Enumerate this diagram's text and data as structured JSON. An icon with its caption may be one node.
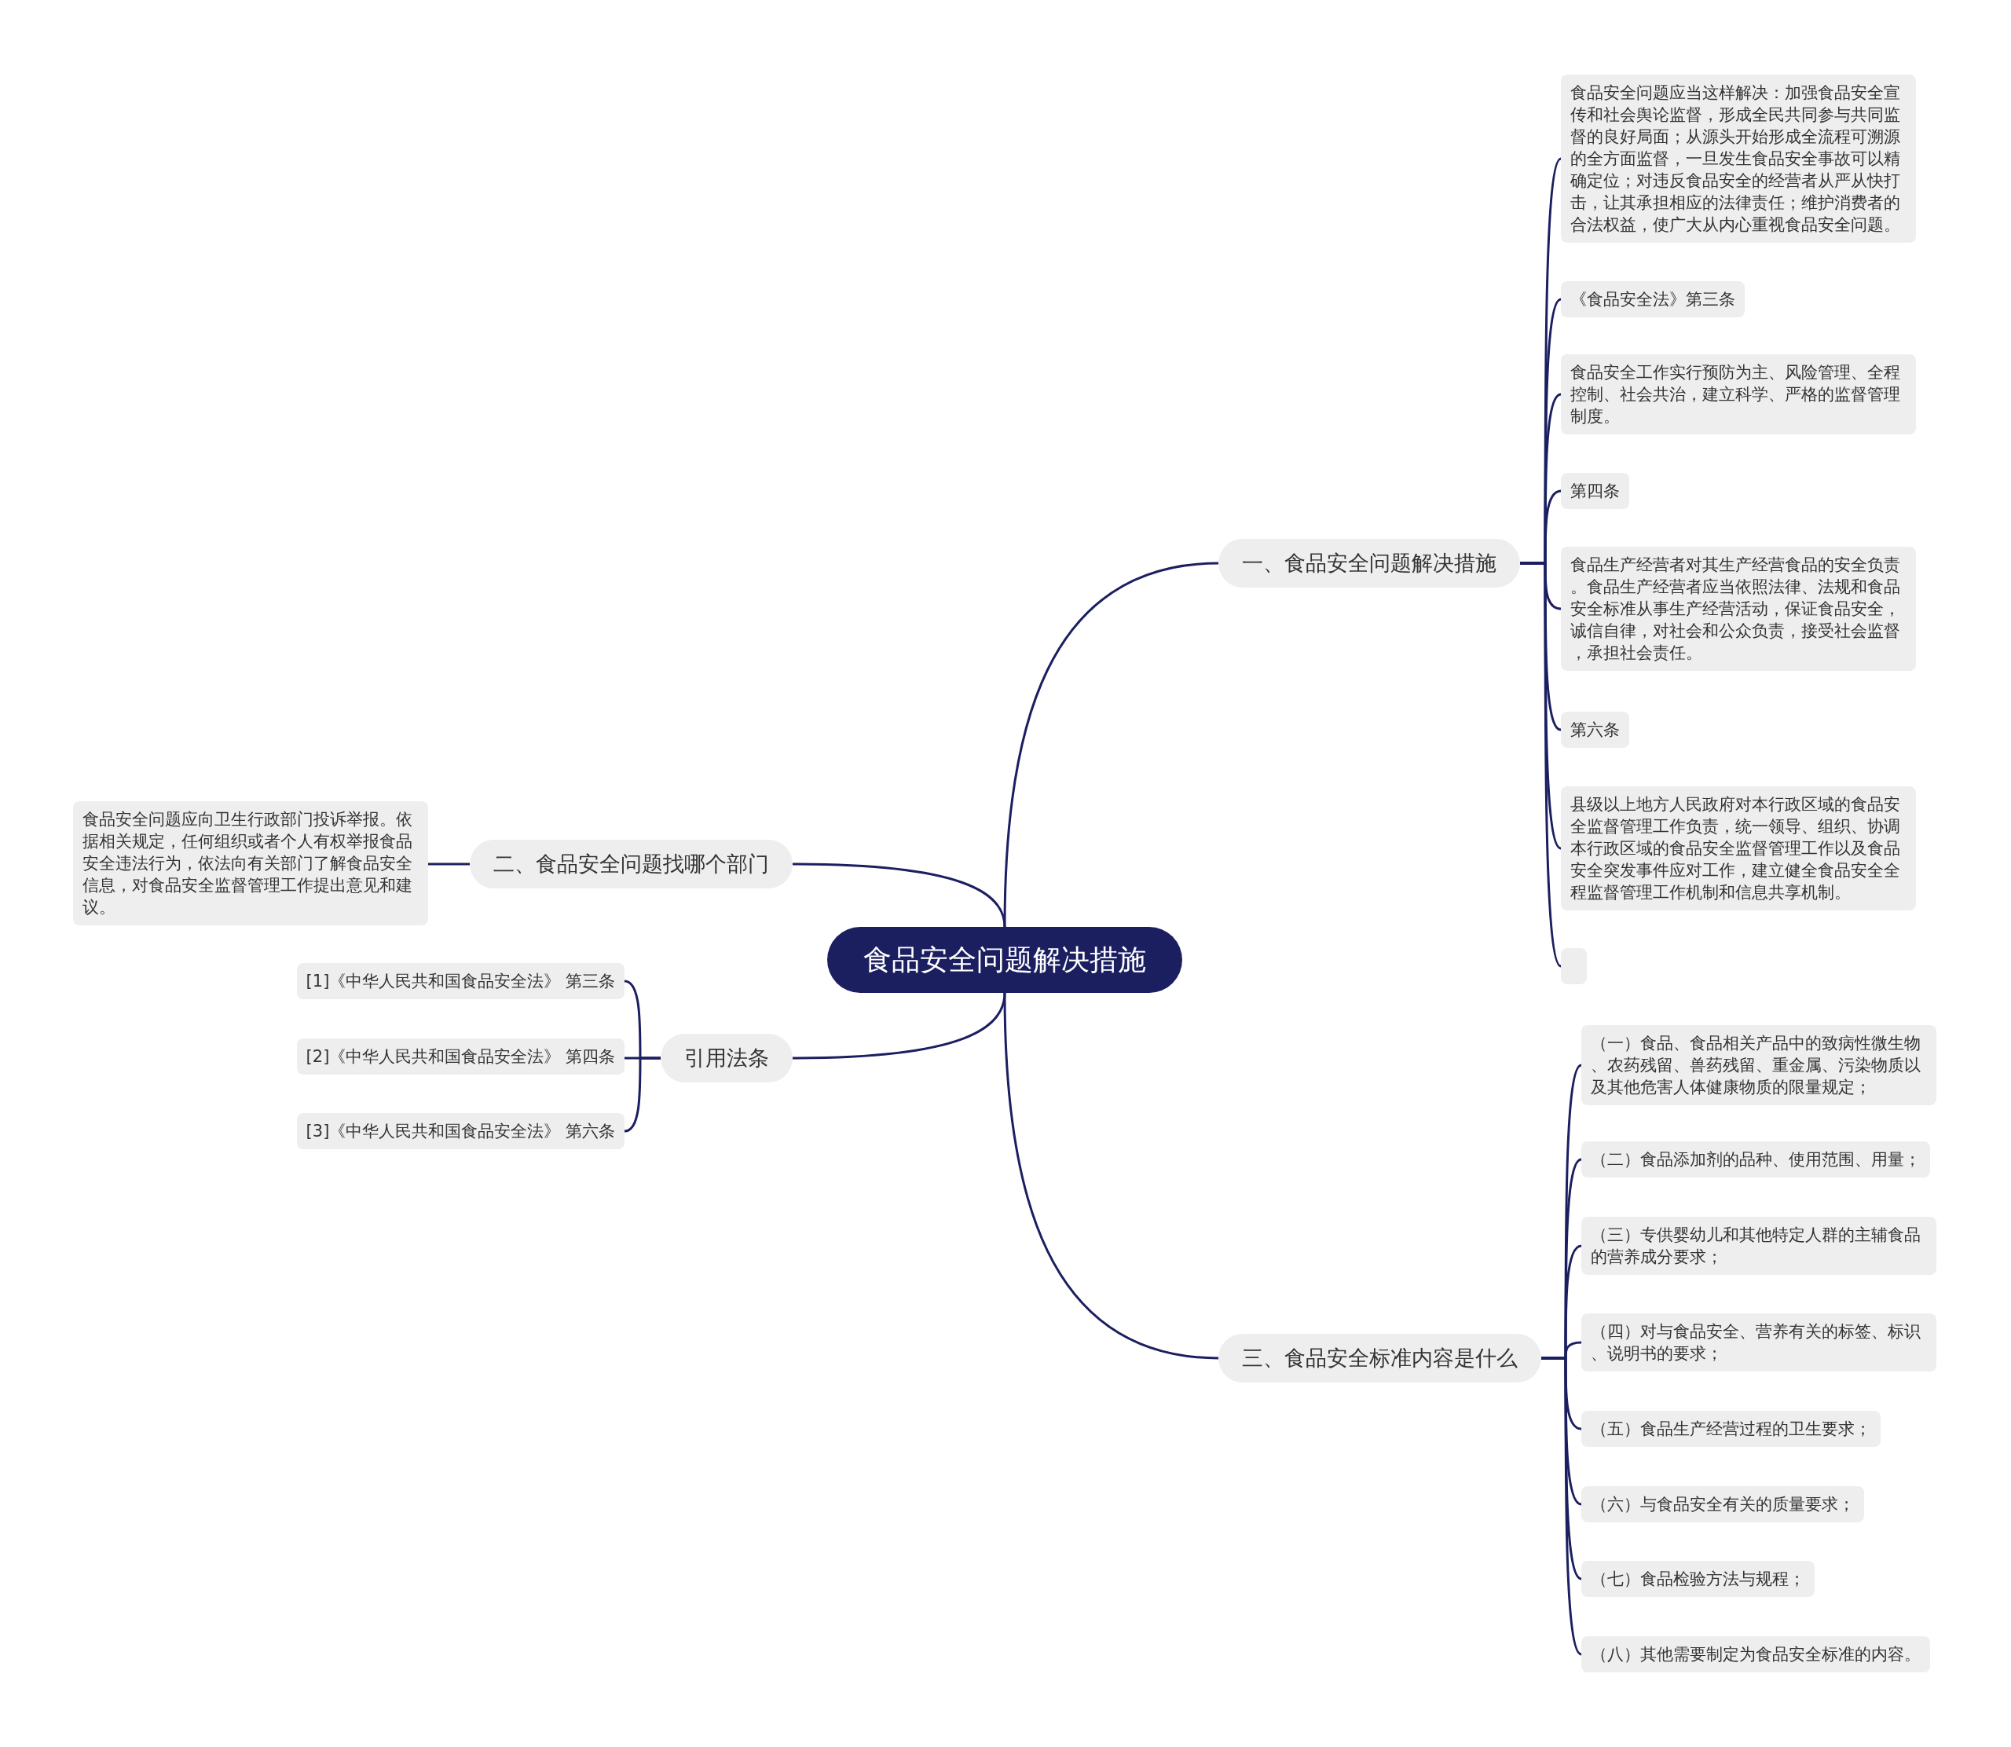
{
  "diagram": {
    "nodes": [
      {
        "text": [
          "食品安全问题解决措施"
        ]
      },
      {
        "text": [
          "一、食品安全问题解决措施"
        ]
      },
      {
        "text": [
          "食品安全问题应当这样解决：加强食品安全宣传和社会舆论监督，形成全民共同参与共同监督的良好局面；从源头开始形成全流程可溯源的全方面监督，一旦发生食品安全事故可以精确定位；对违反食品安全的经营者从严从快打击，让其承担相应的法律责任；维护消费者的合法权益，使广大从内心重视食品安全问题。"
        ]
      },
      {
        "text": [
          "《食品安全法》第三条"
        ]
      },
      {
        "text": [
          "食品安全工作实行预防为主、风险管理、全程控制、社会共治，建立科学、严格的监督管理制度。"
        ]
      },
      {
        "text": [
          "第四条"
        ]
      },
      {
        "text": [
          "食品生产经营者对其生产经营食品的安全负责。食品生产经营者应当依照法律、法规和食品安全标准从事生产经营活动，保证食品安全，诚信自律，对社会和公众负责，接受社会监督，承担社会责任。"
        ]
      },
      {
        "text": [
          "第六条"
        ]
      },
      {
        "text": [
          "县级以上地方人民政府对本行政区域的食品安全监督管理工作负责，统一领导、组织、协调本行政区域的食品安全监督管理工作以及食品安全突发事件应对工作，建立健全食品安全全程监督管理工作机制和信息共享机制。"
        ]
      },
      {
        "text": [],
        "shape": "box"
      },
      {
        "text": [
          "二、食品安全问题找哪个部门"
        ]
      },
      {
        "text": [
          "食品安全问题应向卫生行政部门投诉举报。依据相关规定，任何组织或者个人有权举报食品安全违法行为，依法向有关部门了解食品安全信息，对食品安全监督管理工作提出意见和建议。"
        ]
      },
      {
        "text": [
          "引用法条"
        ]
      },
      {
        "text": [
          "[1]《中华人民共和国食品安全法》 第三条"
        ]
      },
      {
        "text": [
          "[2]《中华人民共和国食品安全法》 第四条"
        ]
      },
      {
        "text": [
          "[3]《中华人民共和国食品安全法》 第六条"
        ]
      },
      {
        "text": [
          "三、食品安全标准内容是什么"
        ]
      },
      {
        "text": [
          "（一）食品、食品相关产品中的致病性微生物、农药残留、兽药残留、重金属、污染物质以及其他危害人体健康物质的限量规定；"
        ]
      },
      {
        "text": [
          "（二）食品添加剂的品种、使用范围、用量；"
        ]
      },
      {
        "text": [
          "（三）专供婴幼儿和其他特定人群的主辅食品的营养成分要求；"
        ]
      },
      {
        "text": [
          "（四）对与食品安全、营养有关的标签、标识、说明书的要求；"
        ]
      },
      {
        "text": [
          "（五）食品生产经营过程的卫生要求；"
        ]
      },
      {
        "text": [
          "（六）与食品安全有关的质量要求；"
        ]
      },
      {
        "text": [
          "（七）食品检验方法与规程；"
        ]
      },
      {
        "text": [
          "（八）其他需要制定为食品安全标准的内容。"
        ]
      }
    ],
    "edges": [
      {
        "from": 0,
        "to": 1,
        "arrow": "none"
      },
      {
        "from": 1,
        "to": 2,
        "arrow": "none"
      },
      {
        "from": 1,
        "to": 3,
        "arrow": "none"
      },
      {
        "from": 1,
        "to": 4,
        "arrow": "none"
      },
      {
        "from": 1,
        "to": 5,
        "arrow": "none"
      },
      {
        "from": 1,
        "to": 6,
        "arrow": "none"
      },
      {
        "from": 1,
        "to": 7,
        "arrow": "none"
      },
      {
        "from": 1,
        "to": 8,
        "arrow": "none"
      },
      {
        "from": 1,
        "to": 9,
        "arrow": "none"
      },
      {
        "from": 0,
        "to": 10,
        "arrow": "none"
      },
      {
        "from": 10,
        "to": 11,
        "arrow": "none"
      },
      {
        "from": 0,
        "to": 12,
        "arrow": "none"
      },
      {
        "from": 12,
        "to": 13,
        "arrow": "none"
      },
      {
        "from": 12,
        "to": 14,
        "arrow": "none"
      },
      {
        "from": 12,
        "to": 15,
        "arrow": "none"
      },
      {
        "from": 0,
        "to": 16,
        "arrow": "none"
      },
      {
        "from": 16,
        "to": 17,
        "arrow": "none"
      },
      {
        "from": 16,
        "to": 18,
        "arrow": "none"
      },
      {
        "from": 16,
        "to": 19,
        "arrow": "none"
      },
      {
        "from": 16,
        "to": 20,
        "arrow": "none"
      },
      {
        "from": 16,
        "to": 21,
        "arrow": "none"
      },
      {
        "from": 16,
        "to": 22,
        "arrow": "none"
      },
      {
        "from": 16,
        "to": 23,
        "arrow": "none"
      },
      {
        "from": 16,
        "to": 24,
        "arrow": "none"
      }
    ]
  }
}
